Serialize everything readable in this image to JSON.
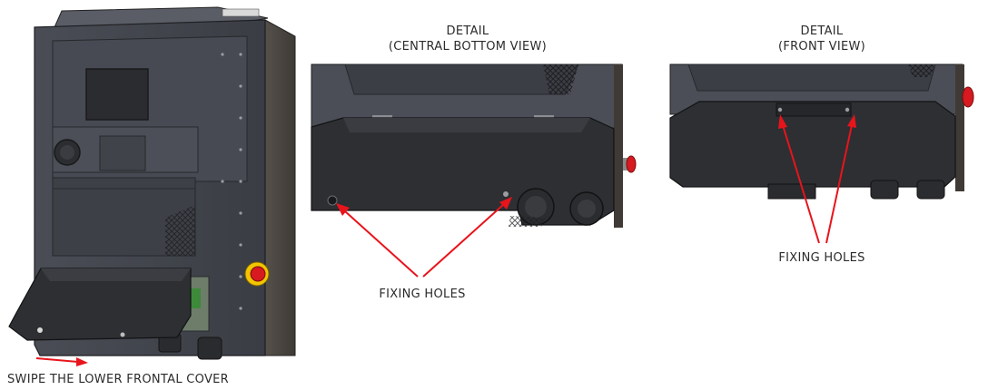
{
  "labels": {
    "detail_bottom_title": "DETAIL",
    "detail_bottom_subtitle": "(CENTRAL BOTTOM VIEW)",
    "detail_front_title": "DETAIL",
    "detail_front_subtitle": "(FRONT VIEW)",
    "fixing_holes_bottom": "FIXING HOLES",
    "fixing_holes_front": "FIXING HOLES",
    "swipe_instruction": "SWIPE THE LOWER FRONTAL COVER"
  },
  "colors": {
    "arrow": "#e8141c",
    "body": "#3e4149",
    "cover": "#2d2f33",
    "emergency_button": "#d71920",
    "button_ring": "#f2c500"
  }
}
